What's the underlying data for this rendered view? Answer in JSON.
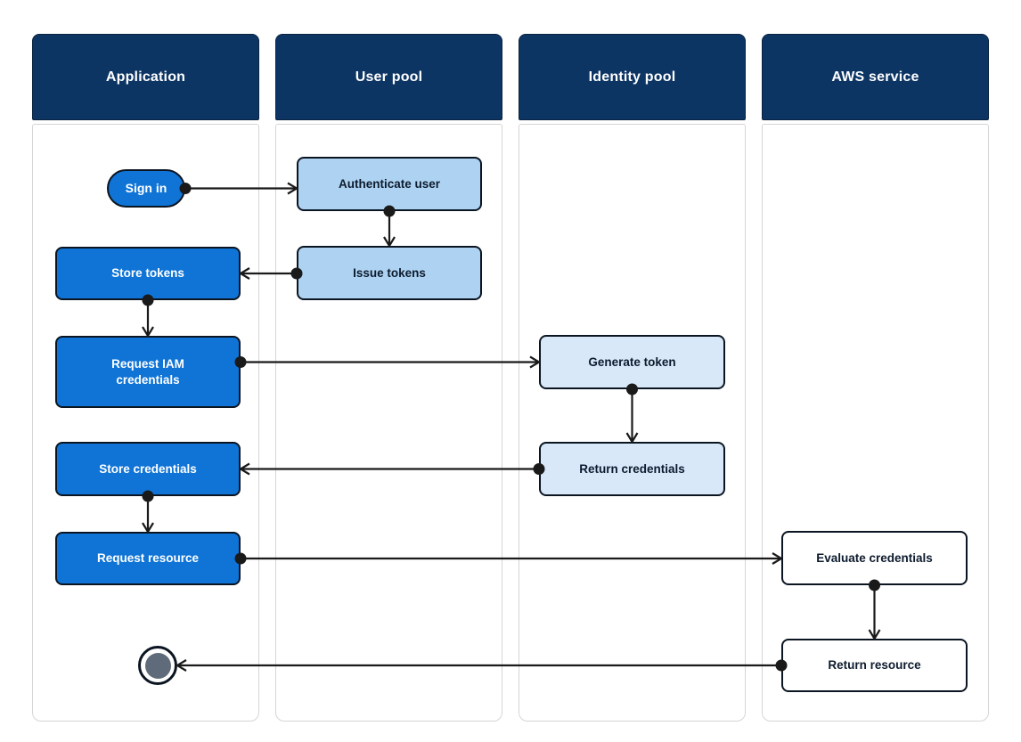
{
  "diagram": {
    "type": "flowchart-swimlane",
    "lanes": [
      {
        "id": "application",
        "title": "Application"
      },
      {
        "id": "user-pool",
        "title": "User pool"
      },
      {
        "id": "identity-pool",
        "title": "Identity pool"
      },
      {
        "id": "aws-service",
        "title": "AWS service"
      }
    ],
    "nodes": {
      "sign_in": {
        "label": "Sign in",
        "lane": "application",
        "shape": "pill"
      },
      "authenticate_user": {
        "label": "Authenticate user",
        "lane": "user-pool",
        "shape": "box"
      },
      "issue_tokens": {
        "label": "Issue tokens",
        "lane": "user-pool",
        "shape": "box"
      },
      "store_tokens": {
        "label": "Store tokens",
        "lane": "application",
        "shape": "box"
      },
      "request_iam_credentials": {
        "label": "Request IAM credentials",
        "lane": "application",
        "shape": "box"
      },
      "generate_token": {
        "label": "Generate token",
        "lane": "identity-pool",
        "shape": "box"
      },
      "return_credentials": {
        "label": "Return credentials",
        "lane": "identity-pool",
        "shape": "box"
      },
      "store_credentials": {
        "label": "Store credentials",
        "lane": "application",
        "shape": "box"
      },
      "request_resource": {
        "label": "Request resource",
        "lane": "application",
        "shape": "box"
      },
      "evaluate_credentials": {
        "label": "Evaluate credentials",
        "lane": "aws-service",
        "shape": "box"
      },
      "return_resource": {
        "label": "Return resource",
        "lane": "aws-service",
        "shape": "box"
      },
      "end": {
        "label": "",
        "lane": "application",
        "shape": "terminator"
      }
    },
    "edges": [
      {
        "from": "sign_in",
        "to": "authenticate_user",
        "dir": "right"
      },
      {
        "from": "authenticate_user",
        "to": "issue_tokens",
        "dir": "down"
      },
      {
        "from": "issue_tokens",
        "to": "store_tokens",
        "dir": "left"
      },
      {
        "from": "store_tokens",
        "to": "request_iam_credentials",
        "dir": "down"
      },
      {
        "from": "request_iam_credentials",
        "to": "generate_token",
        "dir": "right"
      },
      {
        "from": "generate_token",
        "to": "return_credentials",
        "dir": "down"
      },
      {
        "from": "return_credentials",
        "to": "store_credentials",
        "dir": "left"
      },
      {
        "from": "store_credentials",
        "to": "request_resource",
        "dir": "down"
      },
      {
        "from": "request_resource",
        "to": "evaluate_credentials",
        "dir": "right"
      },
      {
        "from": "evaluate_credentials",
        "to": "return_resource",
        "dir": "down"
      },
      {
        "from": "return_resource",
        "to": "end",
        "dir": "left"
      }
    ],
    "colors": {
      "lane_header": "#0d3564",
      "lane_header_text": "#ffffff",
      "lane_border": "#d5d5d5",
      "app_node_fill": "#0f74d6",
      "app_node_text": "#ffffff",
      "user_pool_node_fill": "#aed3f2",
      "identity_pool_node_fill": "#d8e8f8",
      "aws_node_fill": "#ffffff",
      "node_border": "#0b1522",
      "node_text_dark": "#0d1b2e",
      "arrow": "#1a1a1a",
      "end_inner": "#5f6b7a",
      "background": "#ffffff"
    }
  }
}
